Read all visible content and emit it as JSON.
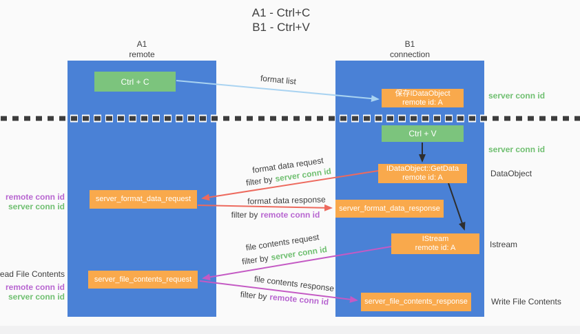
{
  "title": {
    "line1": "A1 - Ctrl+C",
    "line2": "B1 - Ctrl+V"
  },
  "columns": {
    "a1": {
      "name": "A1",
      "subtitle": "remote"
    },
    "b1": {
      "name": "B1",
      "subtitle": "connection"
    }
  },
  "nodes": {
    "ctrl_c": "Ctrl + C",
    "ctrl_v": "Ctrl + V",
    "save_dataobject": {
      "line1": "保存IDataObject",
      "line2": "remote id: A"
    },
    "getdata": {
      "line1": "IDataObject::GetData",
      "line2": "remote id: A"
    },
    "istream": {
      "line1": "IStream",
      "line2": "remote id: A"
    },
    "format_request": "server_format_data_request",
    "format_response": "server_format_data_response",
    "file_request": "server_file_contents_request",
    "file_response": "server_file_contents_response"
  },
  "arrow_labels": {
    "format_list": "format list",
    "format_data_request": "format data request",
    "format_data_response": "format data response",
    "file_contents_request": "file contents request",
    "file_contents_response": "file contents response",
    "filter_by": "filter by",
    "server_conn_id": "server conn id",
    "remote_conn_id": "remote conn id"
  },
  "side_labels": {
    "right_server_conn_id_top": "server conn id",
    "right_server_conn_id_mid": "server conn id",
    "right_dataobject": "DataObject",
    "right_istream": "Istream",
    "right_write_file_contents": "Write File Contents",
    "left_remote_conn_id_mid": "remote conn id",
    "left_server_conn_id_mid": "server conn id",
    "left_read_file_contents": "Read File Contents",
    "left_remote_conn_id_bottom": "remote conn id",
    "left_server_conn_id_bottom": "server conn id"
  },
  "colors": {
    "column_blue": "#4a81d6",
    "box_green": "#7cc47d",
    "box_orange": "#f9a94c",
    "arrow_blue": "#a9d3f1",
    "arrow_red": "#ed6a5e",
    "arrow_magenta": "#c45ac4",
    "arrow_black": "#2e2e2e",
    "label_green": "#6fbf70",
    "label_purple": "#b765d0",
    "text_dark": "#3d3d3d"
  }
}
